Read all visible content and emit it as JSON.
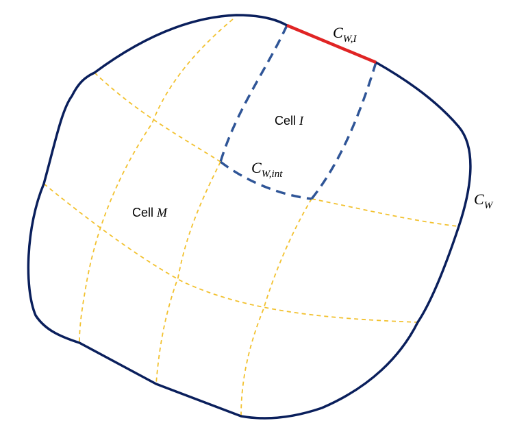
{
  "colors": {
    "domain_boundary": "#0a1f5c",
    "grid_lines": "#f2c12e",
    "cell_boundary": "#2f5597",
    "boundary_segment": "#e02424"
  },
  "labels": {
    "cell_i": {
      "prefix": "Cell ",
      "var": "I"
    },
    "cell_m": {
      "prefix": "Cell ",
      "var": "M"
    },
    "c_w": {
      "main": "C",
      "sub": "W"
    },
    "c_wi": {
      "main": "C",
      "sub": "W,I"
    },
    "c_wint": {
      "main": "C",
      "sub": "W,int"
    }
  }
}
